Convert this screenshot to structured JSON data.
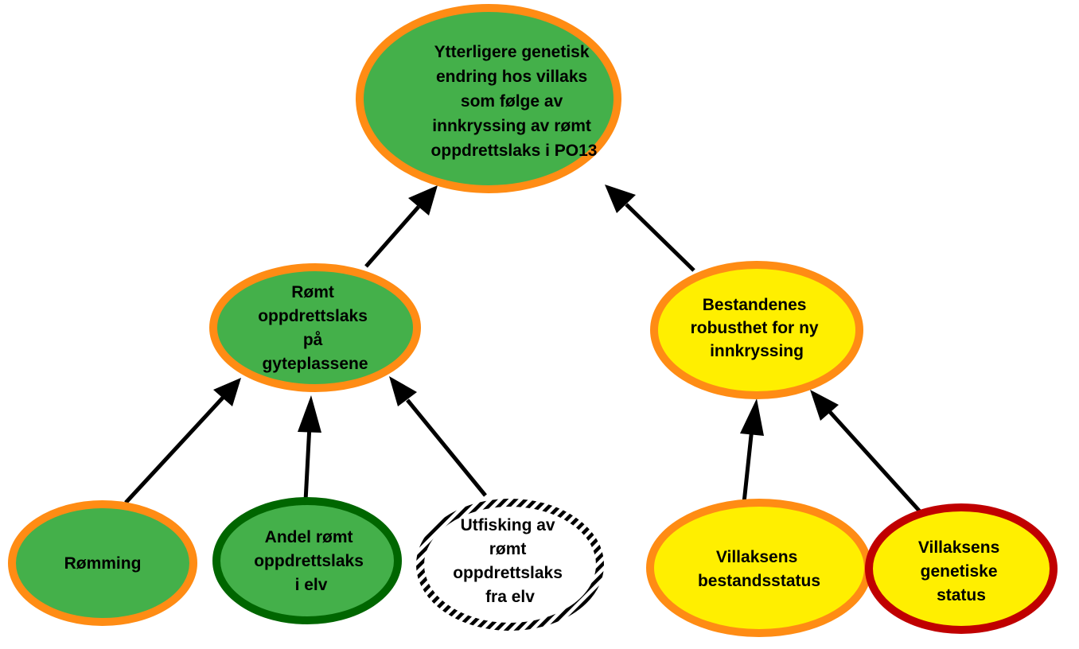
{
  "diagram": {
    "nodes": {
      "top": {
        "lines": [
          "Ytterligere genetisk",
          "endring hos villaks",
          "som følge av",
          "innkryssing av rømt",
          "oppdrettslaks i PO13"
        ],
        "fill": "#44b04a",
        "border": "#ff8c14"
      },
      "mid_left": {
        "lines": [
          "Rømt",
          "oppdrettslaks",
          "på",
          "gyteplassene"
        ],
        "fill": "#44b04a",
        "border": "#ff8c14"
      },
      "mid_right": {
        "lines": [
          "Bestandenes",
          "robusthet for ny",
          "innkryssing"
        ],
        "fill": "#ffef00",
        "border": "#ff8c14"
      },
      "romming": {
        "lines": [
          "Rømming"
        ],
        "fill": "#44b04a",
        "border": "#ff8c14"
      },
      "andel": {
        "lines": [
          "Andel rømt",
          "oppdrettslaks",
          "i elv"
        ],
        "fill": "#44b04a",
        "border": "#006600"
      },
      "utfisking": {
        "lines": [
          "Utfisking av",
          "rømt",
          "oppdrettslaks",
          "fra elv"
        ],
        "fill": "#ffffff",
        "border": "#000000",
        "border_style": "striped"
      },
      "bestandsstatus": {
        "lines": [
          "Villaksens",
          "bestandsstatus"
        ],
        "fill": "#ffef00",
        "border": "#ff8c14"
      },
      "genetiske": {
        "lines": [
          "Villaksens",
          "genetiske",
          "status"
        ],
        "fill": "#ffef00",
        "border": "#c00000"
      }
    },
    "edges": [
      {
        "from": "mid_left",
        "to": "top"
      },
      {
        "from": "mid_right",
        "to": "top"
      },
      {
        "from": "romming",
        "to": "mid_left"
      },
      {
        "from": "andel",
        "to": "mid_left"
      },
      {
        "from": "utfisking",
        "to": "mid_left"
      },
      {
        "from": "bestandsstatus",
        "to": "mid_right"
      },
      {
        "from": "genetiske",
        "to": "mid_right"
      }
    ],
    "arrow_color": "#000000"
  }
}
